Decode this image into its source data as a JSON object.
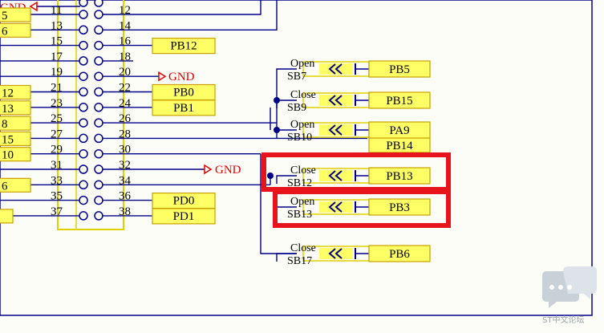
{
  "gnd_text": "GND",
  "header_left": [
    "11",
    "13",
    "15",
    "17",
    "19",
    "21",
    "23",
    "25",
    "27",
    "29",
    "31",
    "33",
    "35",
    "37"
  ],
  "header_right": [
    "12",
    "14",
    "16",
    "18",
    "20",
    "22",
    "24",
    "26",
    "28",
    "30",
    "32",
    "34",
    "36",
    "38"
  ],
  "left_boxes": [
    "5",
    "6",
    "",
    "",
    "",
    "12",
    "13",
    "8",
    "15",
    "10",
    "",
    "6",
    ""
  ],
  "right_boxes": {
    "16": "PB12",
    "22": "PB0",
    "24": "PB1",
    "36": "PD0",
    "38": "PD1"
  },
  "bridges": [
    {
      "state": "Open",
      "ref": "SB7",
      "net": "PB5"
    },
    {
      "state": "Close",
      "ref": "SB9",
      "net": "PB15"
    },
    {
      "state": "Open",
      "ref": "SB10",
      "net": "PA9"
    },
    {
      "state": "Close",
      "ref": "SB12",
      "net": "PB13"
    },
    {
      "state": "Open",
      "ref": "SB13",
      "net": "PB3"
    },
    {
      "state": "Close",
      "ref": "SB17",
      "net": "PB6"
    }
  ],
  "extra_box": "PB14",
  "watermark": "ST中文论坛",
  "colors": {
    "wire": "#00008a",
    "box_fill": "#ffff66",
    "box_stroke": "#c8a000",
    "gnd": "#e00000",
    "highlight": "#e8141c"
  }
}
